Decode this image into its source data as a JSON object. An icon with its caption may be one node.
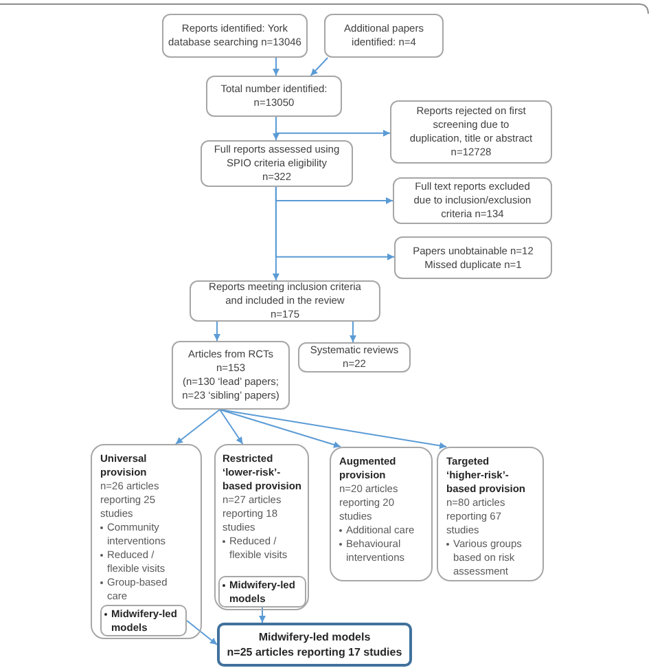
{
  "diagram": {
    "nodes": [
      {
        "text": [
          "Reports identified: York database searching n=13046"
        ]
      },
      {
        "text": [
          "Additional papers identified: n=4"
        ]
      },
      {
        "text": [
          "Total number identified:",
          "n=13050"
        ]
      },
      {
        "text": [
          "Reports rejected on first screening due to duplication, title or abstract",
          "n=12728"
        ]
      },
      {
        "text": [
          "Full reports assessed using SPIO criteria eligibility",
          "n=322"
        ]
      },
      {
        "text": [
          "Full text reports excluded due to inclusion/exclusion criteria n=134"
        ]
      },
      {
        "text": [
          "Papers unobtainable n=12",
          "Missed duplicate n=1"
        ]
      },
      {
        "text": [
          "Reports meeting inclusion criteria and included in the review",
          "n=175"
        ]
      },
      {
        "text": [
          "Articles from RCTs",
          "n=153",
          "(n=130 ‘lead’ papers; n=23 ‘sibling’ papers)"
        ]
      },
      {
        "text": [
          "Systematic reviews",
          "n=22"
        ]
      },
      {
        "text": [
          "Universal provision",
          "n=26 articles reporting 25 studies",
          "Community interventions",
          "Reduced / flexible visits",
          "Group-based care"
        ]
      },
      {
        "text": [
          "Midwifery-led models"
        ],
        "in": 10
      },
      {
        "text": [
          "**Restricted ‘lower-risk’-based provision** n=27 articles reporting 18 studies",
          "Reduced / flexible visits"
        ]
      },
      {
        "text": [
          "Midwifery-led models"
        ],
        "in": 12
      },
      {
        "text": [
          "Augmented provision",
          "n=20 articles reporting 20 studies",
          "Additional care",
          "Behavioural interventions"
        ]
      },
      {
        "text": [
          "Targeted ‘higher-risk’-based provision",
          "n=80 articles reporting 67 studies",
          "Various groups based on risk assessment"
        ]
      },
      {
        "text": [
          "Midwifery-led models",
          "n=25 articles reporting 17 studies"
        ]
      }
    ],
    "edges": [
      {
        "from": 0,
        "to": 2,
        "arrow": "to"
      },
      {
        "from": 1,
        "to": 2,
        "arrow": "to"
      },
      {
        "from": 2,
        "to": 3,
        "arrow": "to"
      },
      {
        "from": 2,
        "to": 4,
        "arrow": "to"
      },
      {
        "from": 4,
        "to": 5,
        "arrow": "to"
      },
      {
        "from": 4,
        "to": 6,
        "arrow": "to"
      },
      {
        "from": 4,
        "to": 7,
        "arrow": "to"
      },
      {
        "from": 7,
        "to": 8,
        "arrow": "to"
      },
      {
        "from": 7,
        "to": 9,
        "arrow": "to"
      },
      {
        "from": 8,
        "to": 10,
        "arrow": "to"
      },
      {
        "from": 8,
        "to": 12,
        "arrow": "to"
      },
      {
        "from": 8,
        "to": 14,
        "arrow": "to"
      },
      {
        "from": 8,
        "to": 15,
        "arrow": "to"
      },
      {
        "from": 11,
        "to": 16,
        "arrow": "to"
      },
      {
        "from": 13,
        "to": 16,
        "arrow": "to"
      }
    ]
  }
}
